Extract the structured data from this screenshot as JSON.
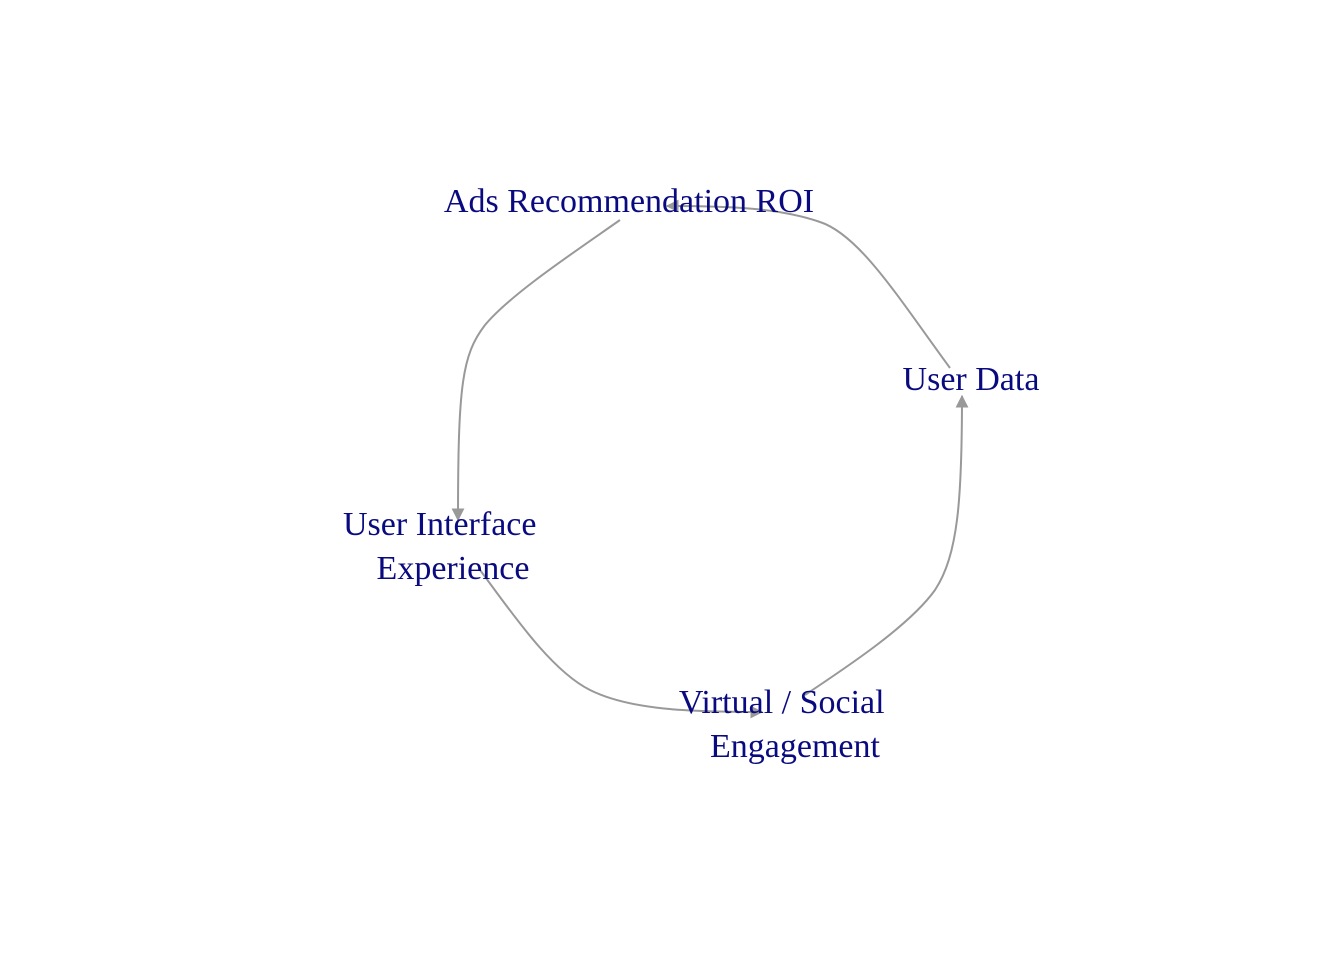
{
  "colors": {
    "label": "#0a0a80",
    "edge": "#999999",
    "background": "#ffffff"
  },
  "nodes": [
    {
      "id": "ads",
      "lines": [
        "Ads Recommendation ROI"
      ]
    },
    {
      "id": "userdata",
      "lines": [
        "User Data"
      ]
    },
    {
      "id": "virtual",
      "lines": [
        "Virtual / Social",
        "Engagement"
      ]
    },
    {
      "id": "ui",
      "lines": [
        "User Interface",
        "Experience"
      ]
    }
  ],
  "edges": [
    {
      "from": "userdata",
      "to": "ads"
    },
    {
      "from": "ads",
      "to": "ui"
    },
    {
      "from": "ui",
      "to": "virtual"
    },
    {
      "from": "virtual",
      "to": "userdata"
    }
  ]
}
